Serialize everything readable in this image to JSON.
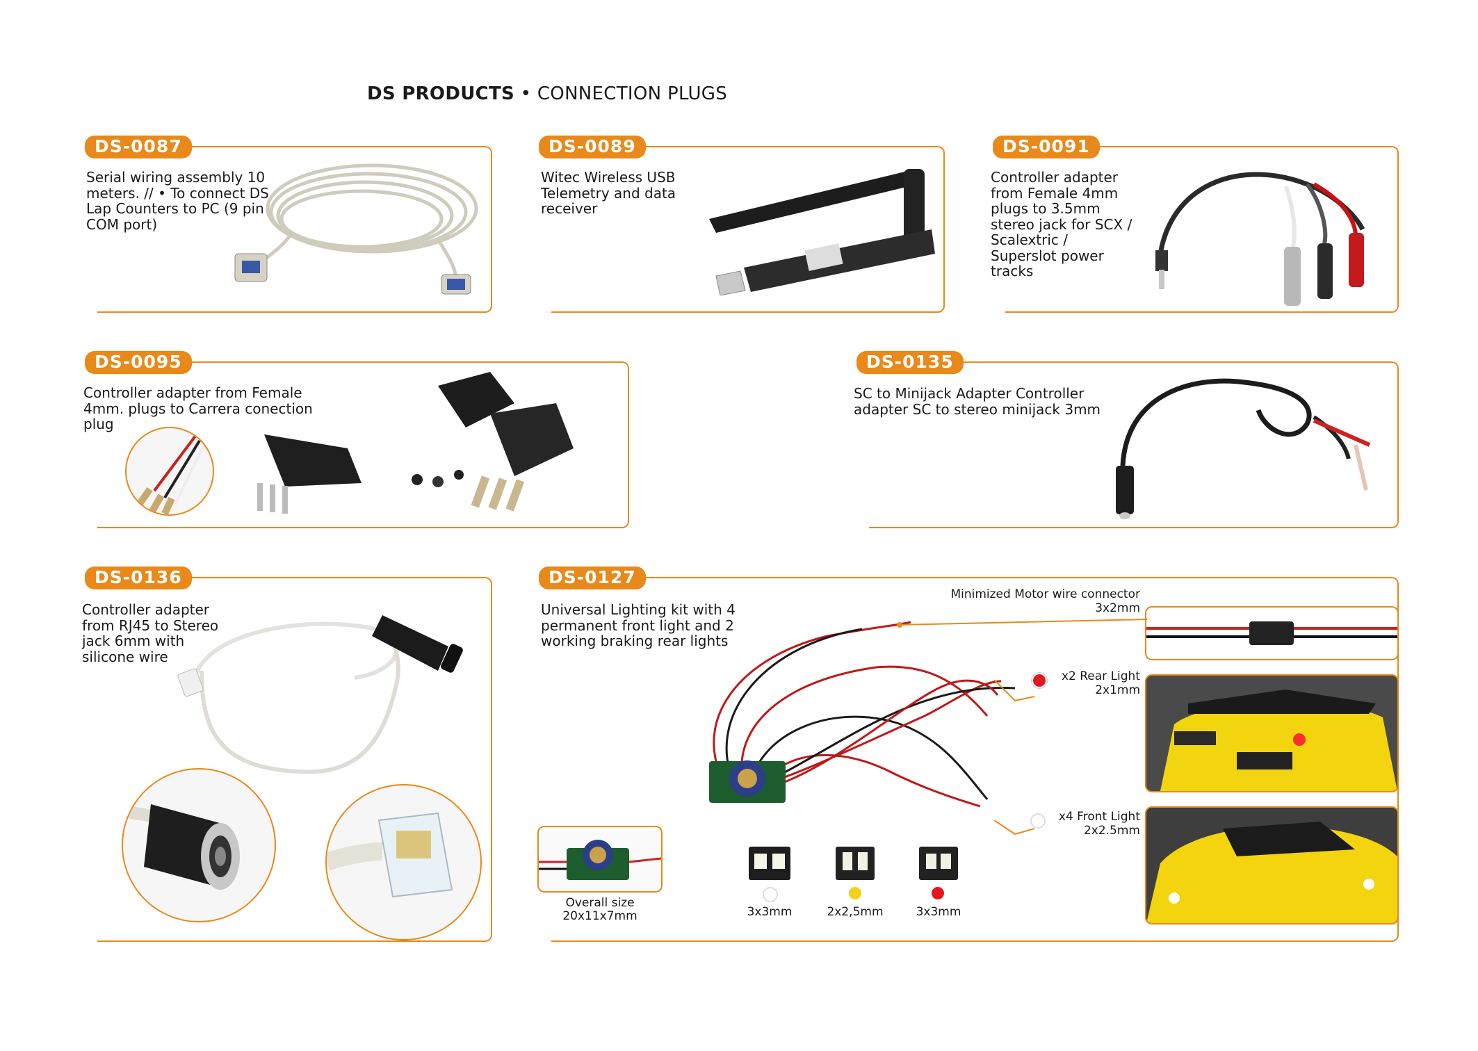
{
  "header": {
    "brand": "DS PRODUCTS",
    "separator": " • ",
    "subtitle": "CONNECTION PLUGS"
  },
  "colors": {
    "accent": "#e8891a",
    "led_white": "#ffffff",
    "led_yellow": "#f3d21b",
    "led_red": "#e0191e",
    "car_yellow": "#f2d40f"
  },
  "products": {
    "ds0087": {
      "code": "DS-0087",
      "desc": "Serial wiring assembly 10 meters. // • To connect DS Lap Counters to PC (9 pin COM port)",
      "icon": "serial-cable-icon"
    },
    "ds0089": {
      "code": "DS-0089",
      "desc": "Witec Wireless USB Telemetry and data receiver",
      "icon": "usb-receiver-icon"
    },
    "ds0091": {
      "code": "DS-0091",
      "desc": "Controller adapter from Female 4mm plugs to 3.5mm stereo jack for SCX / Scalextric / Superslot power tracks",
      "icon": "adapter-cable-icon"
    },
    "ds0095": {
      "code": "DS-0095",
      "desc": "Controller adapter from Female 4mm. plugs to Carrera conection plug",
      "icon": "carrera-plug-icon"
    },
    "ds0135": {
      "code": "DS-0135",
      "desc": "SC to Minijack Adapter Controller adapter SC to stereo minijack 3mm",
      "icon": "minijack-cable-icon"
    },
    "ds0136": {
      "code": "DS-0136",
      "desc": "Controller adapter from RJ45 to Stereo jack 6mm with silicone wire",
      "icon": "rj45-cable-icon"
    },
    "ds0127": {
      "code": "DS-0127",
      "desc": "Universal Lighting kit with 4 permanent front light and 2 working braking rear lights",
      "motor_label": "Minimized Motor wire connector",
      "motor_size": "3x2mm",
      "rear_label": "x2 Rear Light",
      "rear_size": "2x1mm",
      "front_label": "x4 Front Light",
      "front_size": "2x2.5mm",
      "overall_label": "Overall size",
      "overall_size": "20x11x7mm",
      "leds": [
        {
          "size": "3x3mm",
          "color": "#ffffff"
        },
        {
          "size": "2x2,5mm",
          "color": "#f3d21b"
        },
        {
          "size": "3x3mm",
          "color": "#e0191e"
        }
      ]
    }
  }
}
